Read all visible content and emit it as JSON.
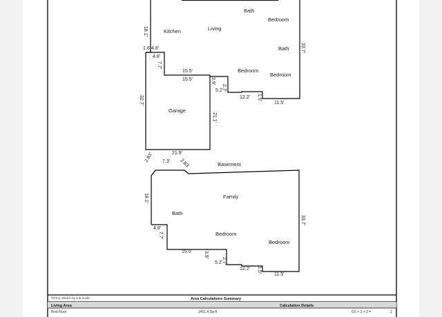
{
  "floors": {
    "upper": {
      "rooms": {
        "kitchen": "Kitchen",
        "living": "Living",
        "bath1": "Bath",
        "bath2": "Bath",
        "bedroom1": "Bedroom",
        "bedroom2": "Bedroom",
        "bedroom3": "Bedroom",
        "garage": "Garage"
      },
      "dims": {
        "d_18_1": "18.1'",
        "d_1_6": "1.6'",
        "d_4_8_top": "4.8'",
        "d_4_8": "4.8'",
        "d_7_7": "7.7'",
        "d_15_5_a": "15.5'",
        "d_15_5_b": "15.5'",
        "d_3_9": "3.9'",
        "d_5_2": "5.2'",
        "d_2_7": "2.7'",
        "d_12_2": "12.2'",
        "d_1_5": "1.5'",
        "d_11_5": "11.5'",
        "d_33_7": "33.7'",
        "d_32_7": "32.7'",
        "d_21_1": "21.1'",
        "d_21_9": "21.9'"
      }
    },
    "basement": {
      "title": "Basement",
      "rooms": {
        "family": "Family",
        "bath": "Bath",
        "bedroom1": "Bedroom",
        "bedroom2": "Bedroom"
      },
      "dims": {
        "d_2_83_a": "2.83'",
        "d_7_3": "7.3'",
        "d_2_83_b": "2.83'",
        "d_18_1": "18.1'",
        "d_4_8": "4.8'",
        "d_7_7": "7.7'",
        "d_15_5": "15.5'",
        "d_3_9": "3.9'",
        "d_5_2": "5.2'",
        "d_2_7": "2.7'",
        "d_12_2": "12.2'",
        "d_1_5": "1.5'",
        "d_11_5": "11.5'",
        "d_33_7": "33.7'"
      }
    }
  },
  "footer": {
    "note": "TOTAL Sketch by a la mode",
    "summary_title": "Area Calculations Summary",
    "col_living_area": "Living Area",
    "col_calc_details": "Calculation Details",
    "row_label": "First Floor",
    "row_value": "1451.4 Sq ft",
    "calc_line1": "0.5 × 2 × 2 =",
    "calc_val1": "2"
  }
}
